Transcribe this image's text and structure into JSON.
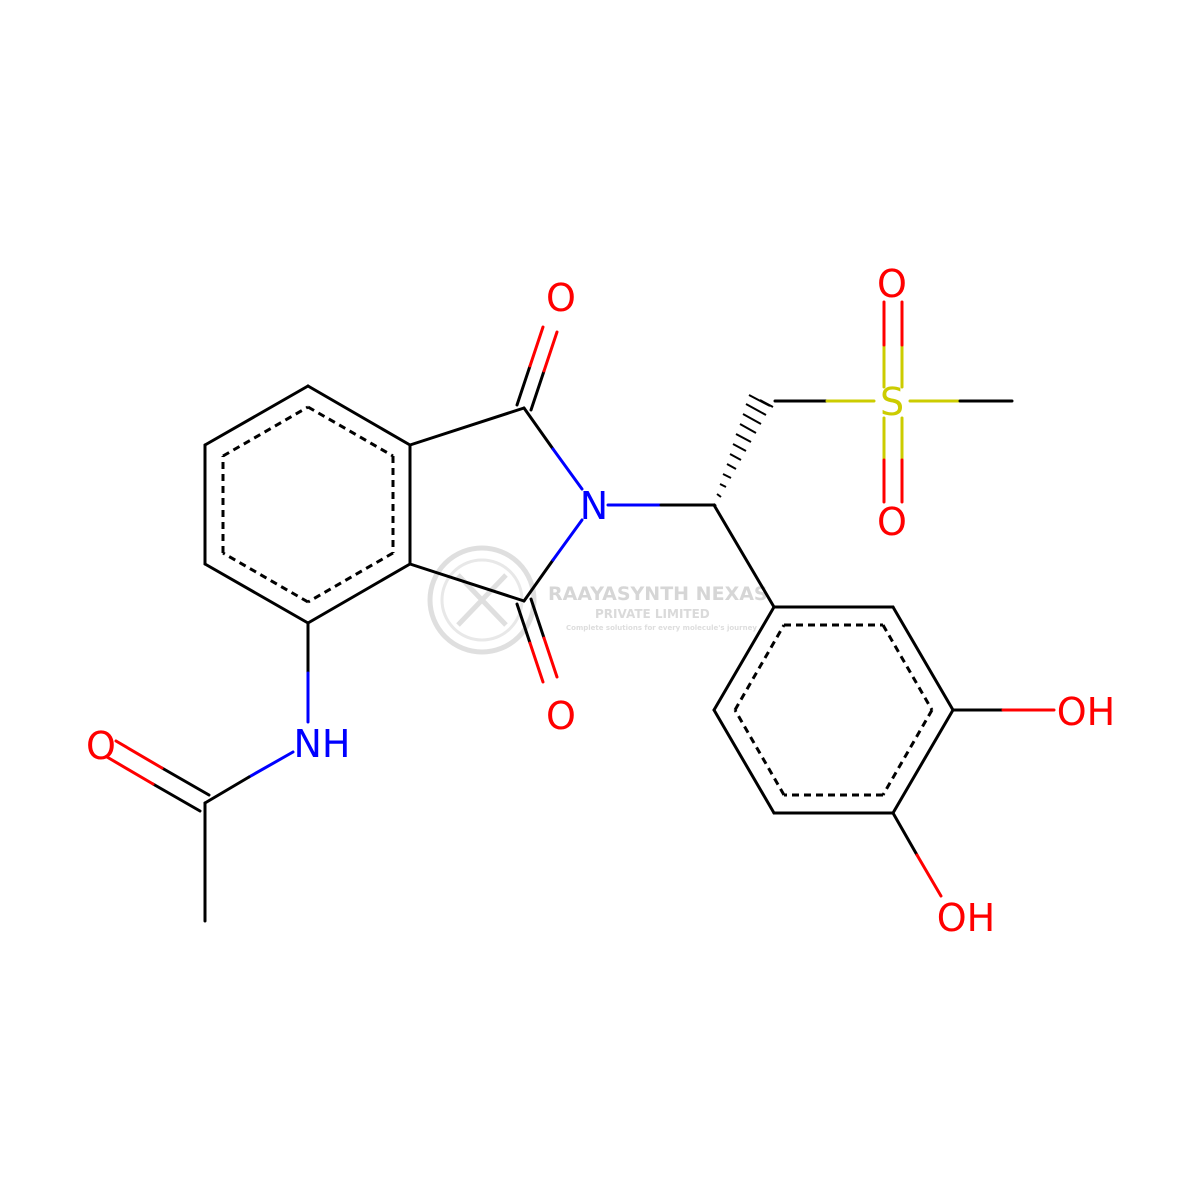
{
  "atoms": {
    "carbonyl_o_top": "O",
    "carbonyl_o_bottom": "O",
    "imide_n": "N",
    "amide_nh": "NH",
    "acetyl_o": "O",
    "sulfonyl_s": "S",
    "sulfonyl_o_top": "O",
    "sulfonyl_o_bottom": "O",
    "hydroxyl_1": "OH",
    "hydroxyl_2": "OH"
  },
  "watermark": {
    "company": "RAAYASYNTH NEXAS",
    "subtitle": "PRIVATE LIMITED",
    "tagline": "Complete solutions for every molecule's journey"
  },
  "colors": {
    "carbon_bond": "#000000",
    "nitrogen": "#0000FF",
    "oxygen": "#FF0000",
    "sulfur": "#CCCC00",
    "watermark": "#d6d6d6"
  }
}
